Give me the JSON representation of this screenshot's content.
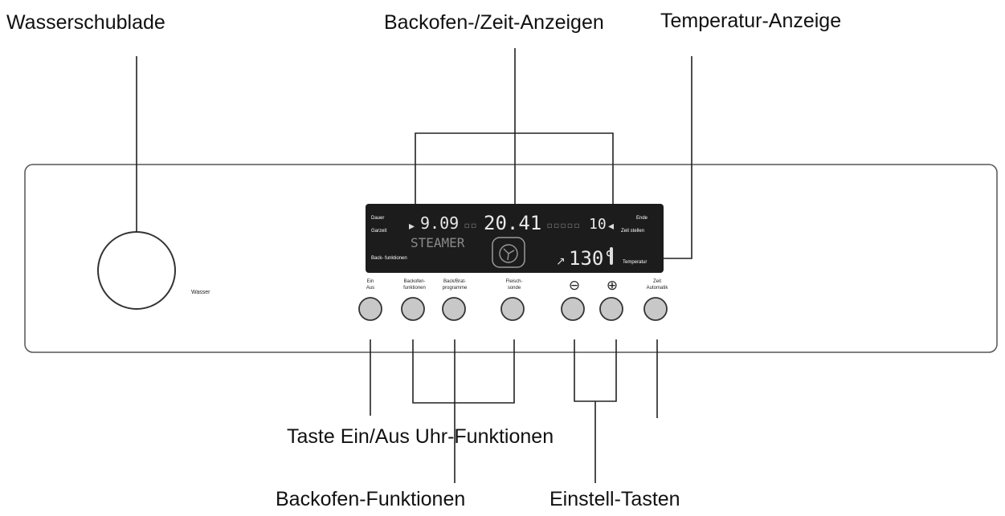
{
  "callouts": {
    "water_drawer": "Wasserschublade",
    "oven_time_displays": "Backofen-/Zeit-Anzeigen",
    "temperature_display": "Temperatur-Anzeige",
    "on_off_clock": "Taste Ein/Aus Uhr-Funktionen",
    "oven_functions": "Backofen-Funktionen",
    "setting_keys": "Einstell-Tasten"
  },
  "panel": {
    "water_label": "Wasser"
  },
  "display": {
    "left_labels": [
      "Dauer",
      "Garzeit",
      "Back-\nfunktionen"
    ],
    "right_labels": [
      "Ende",
      "Zeit stellen",
      "Temperatur"
    ],
    "duration": "9.09",
    "clock": "20.41",
    "right_num": "10",
    "mode_text": "STEAMER",
    "temperature": "130°"
  },
  "buttons": [
    {
      "label": "Ein\nAus"
    },
    {
      "label": "Backofen-\nfunktionen"
    },
    {
      "label": "Back/Brat-\nprogramme"
    },
    {
      "label": "Fleisch-\nsonde"
    },
    {
      "label": "⊖"
    },
    {
      "label": "⊕"
    },
    {
      "label": "Zeit\nAutomatik"
    }
  ],
  "colors": {
    "line": "#222222",
    "panel_border": "#555555",
    "display_bg": "#1c1c1c",
    "button": "#c8c8c8"
  }
}
